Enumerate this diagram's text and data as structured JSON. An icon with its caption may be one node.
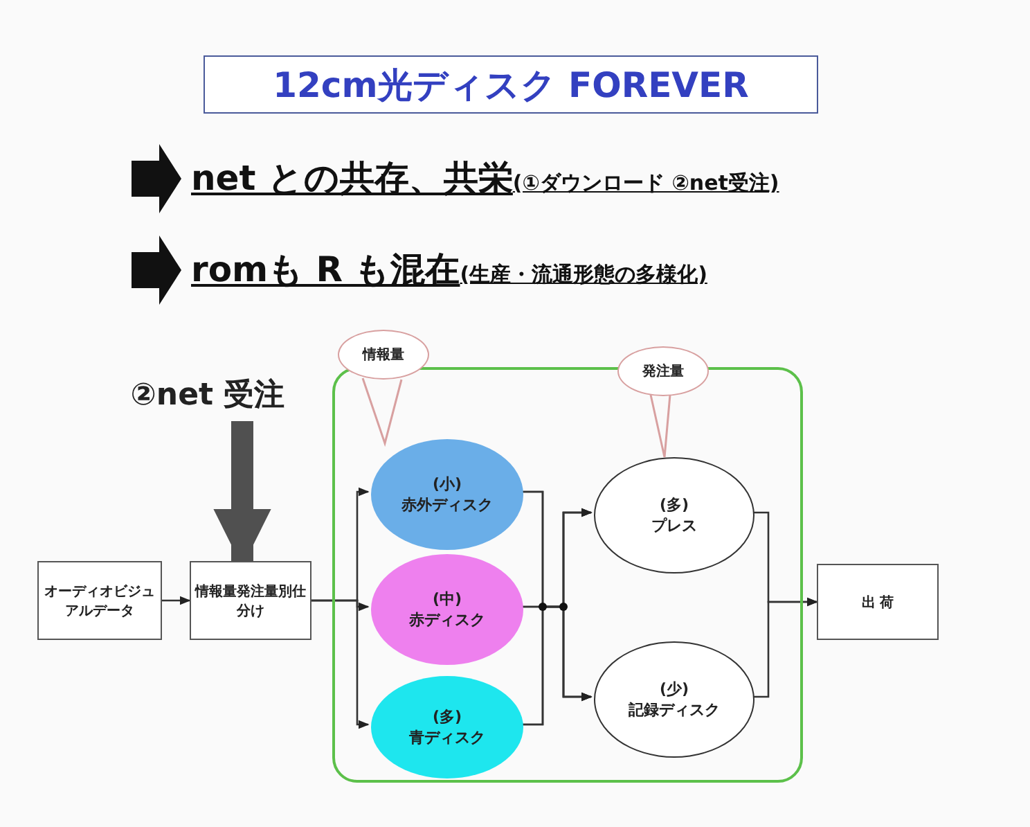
{
  "diagram": {
    "title": "12cm光ディスク FOREVER",
    "nodes": [
      {
        "text": [
          "②net 受注"
        ]
      },
      {
        "text": [
          "オーディオビジュアルデータ"
        ]
      },
      {
        "text": [
          "情報量発注量別仕分け"
        ]
      },
      {
        "text": [],
        "shape": "box"
      },
      {
        "text": [
          "情報量"
        ]
      },
      {
        "text": [
          "(小)",
          "赤外ディスク"
        ],
        "in": 3
      },
      {
        "text": [
          "(中)",
          "赤ディスク"
        ],
        "in": 3
      },
      {
        "text": [
          "(多)",
          "青ディスク"
        ],
        "in": 3
      },
      {
        "text": [
          "発注量"
        ]
      },
      {
        "text": [
          "(多)",
          "プレス"
        ],
        "in": 3
      },
      {
        "text": [
          "(少)",
          "記録ディスク"
        ],
        "in": 3
      },
      {
        "text": [
          "出 荷"
        ]
      }
    ],
    "edges": [
      {
        "from": 0,
        "to": 2,
        "arrow": "to",
        "style": "thick",
        "color": "#505050"
      },
      {
        "from": 1,
        "to": 2,
        "arrow": "to"
      },
      {
        "from": 2,
        "to": 5,
        "arrow": "to"
      },
      {
        "from": 2,
        "to": 6,
        "arrow": "to"
      },
      {
        "from": 2,
        "to": 7,
        "arrow": "to"
      },
      {
        "from": 5,
        "to": 9,
        "arrow": "to"
      },
      {
        "from": 5,
        "to": 10,
        "arrow": "to"
      },
      {
        "from": 6,
        "to": 9,
        "arrow": "to"
      },
      {
        "from": 6,
        "to": 10,
        "arrow": "to"
      },
      {
        "from": 7,
        "to": 9,
        "arrow": "to"
      },
      {
        "from": 7,
        "to": 10,
        "arrow": "to"
      },
      {
        "from": 9,
        "to": 11,
        "arrow": "to"
      },
      {
        "from": 10,
        "to": 11,
        "arrow": "to"
      }
    ],
    "labels": [
      "net との共存、共栄",
      "(①ダウンロード ②net受注)",
      "romも R も混在",
      "(生産・流通形態の多様化)"
    ]
  }
}
